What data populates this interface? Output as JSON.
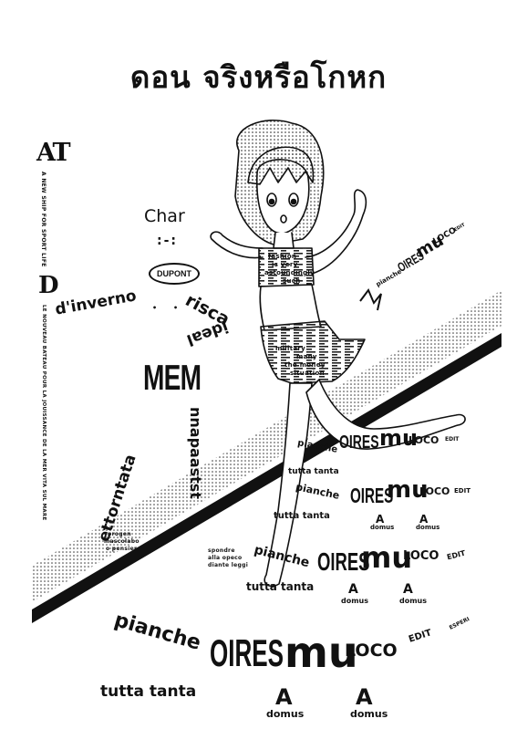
{
  "title": "ดอน จริงหรือโกหก",
  "left_column": {
    "at": "AT",
    "tagline": "A NEW SHIP FOR SPORT LIFE",
    "d": "D",
    "long_line": "LE NOUVEAU BATEAU POUR LA JOUISSANCE DE LA MER VITA SUL MARE"
  },
  "left_words": {
    "char": "Char",
    "dupont": "DUPONT",
    "dinverno": "d'inverno",
    "risca": "risca",
    "ideal": "ideal",
    "mem": "MEM",
    "nnapaastst": "nnapaastst",
    "ettorntata": "ettorntata",
    "small_left": [
      "progen",
      "mascolabo",
      "o pensiero"
    ],
    "small_right": [
      "spondre",
      "alla opeco",
      "diante leggi"
    ]
  },
  "clothing_text": [
    "fashion",
    "is very",
    "astoundingly",
    "such",
    "military",
    "many",
    "the money",
    "situation"
  ],
  "text_waves": [
    {
      "pianche": "pianche",
      "oires": "OIRES",
      "mu": "mu",
      "loco": "LOCO",
      "edit": "EDIT",
      "esperi": "ESPERI",
      "tutta": "tutta tanta",
      "domus": "domus",
      "a": "A"
    }
  ]
}
